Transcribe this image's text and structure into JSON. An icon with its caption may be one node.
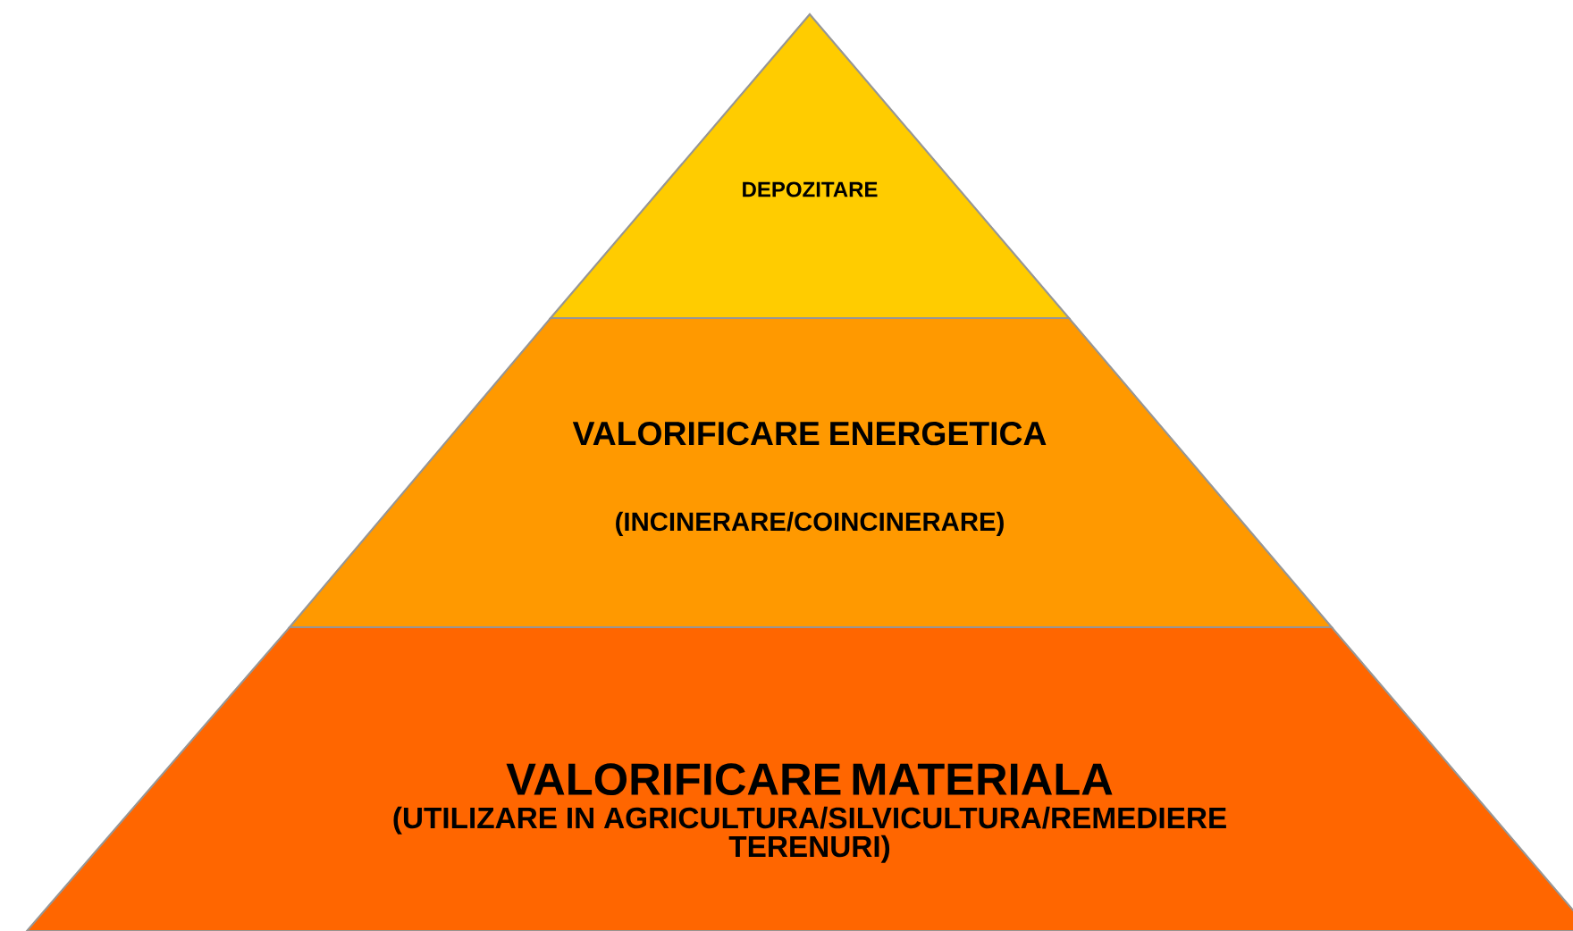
{
  "diagram": {
    "nodes": [
      {
        "text": [
          "DEPOZITARE"
        ]
      },
      {
        "text": [
          "VALORIFICARE ENERGETICA",
          "(INCINERARE/COINCINERARE)"
        ]
      },
      {
        "text": [
          "VALORIFICARE MATERIALA",
          "(UTILIZARE IN AGRICULTURA/SILVICULTURA/REMEDIERE TERENURI)"
        ]
      }
    ]
  }
}
